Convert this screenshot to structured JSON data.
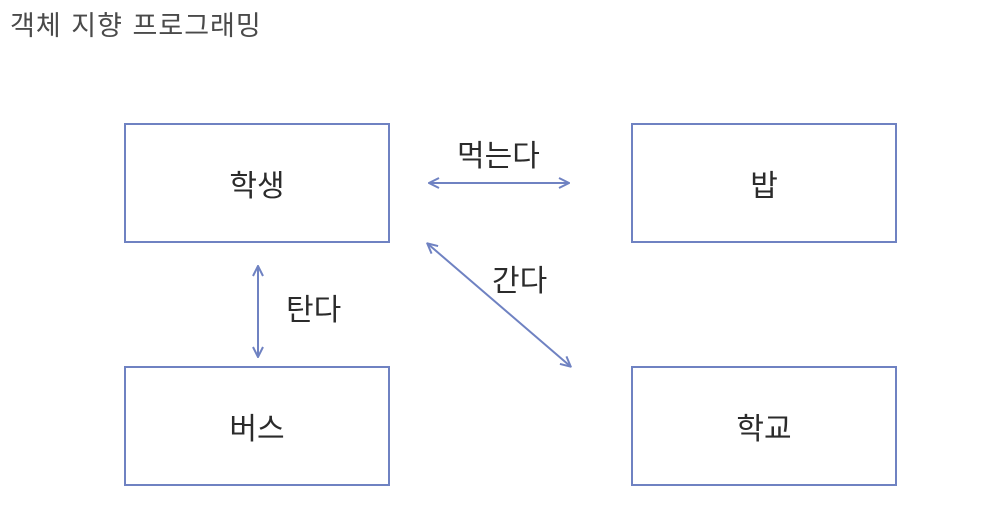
{
  "title": "객체 지향 프로그래밍",
  "colors": {
    "box_border": "#6f82c2",
    "arrow": "#6f82c2",
    "text": "#2b2b2b"
  },
  "boxes": {
    "student": "학생",
    "rice": "밥",
    "bus": "버스",
    "school": "학교"
  },
  "relations": {
    "eat": "먹는다",
    "go": "간다",
    "ride": "탄다"
  }
}
